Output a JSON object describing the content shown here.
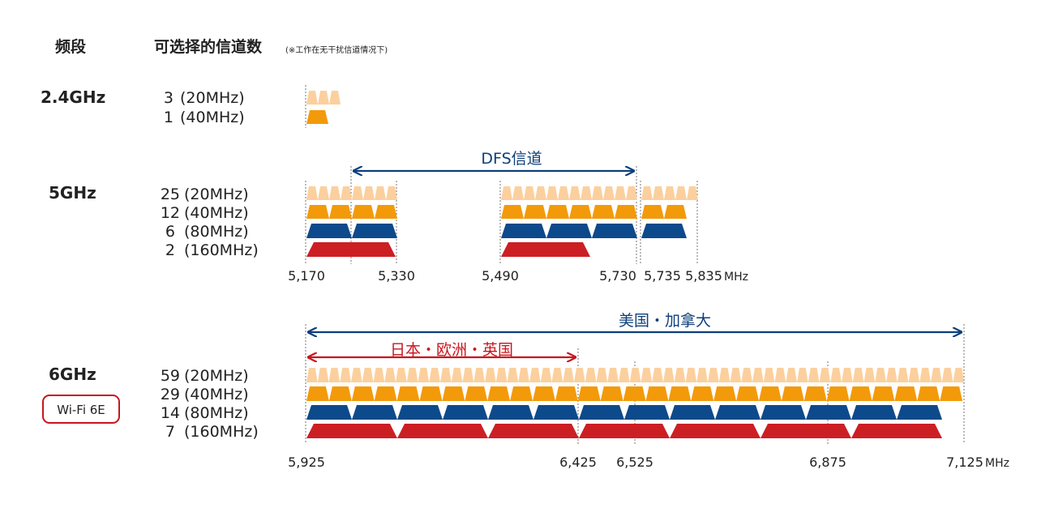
{
  "headers": {
    "band": "频段",
    "channels": "可选择的信道数",
    "note": "(※工作在无干扰信道情况下)"
  },
  "colors": {
    "w20": "#fbd09e",
    "w40": "#f39a0a",
    "w80": "#0d4a8b",
    "w160": "#cc1f24",
    "navy": "#0d3f7a",
    "red": "#c8161d"
  },
  "bands": [
    {
      "name": "2.4GHz",
      "rows": [
        {
          "count": "3",
          "width": "(20MHz)"
        },
        {
          "count": "1",
          "width": "(40MHz)"
        }
      ]
    },
    {
      "name": "5GHz",
      "rows": [
        {
          "count": "25",
          "width": "(20MHz)"
        },
        {
          "count": "12",
          "width": "(40MHz)"
        },
        {
          "count": "6",
          "width": "(80MHz)"
        },
        {
          "count": "2",
          "width": "(160MHz)"
        }
      ],
      "ticks": [
        "5,170",
        "5,330",
        "5,490",
        "5,730",
        "5,735",
        "5,835"
      ],
      "unit": "MHz",
      "dfs_label": "DFS信道"
    },
    {
      "name": "6GHz",
      "badge": "Wi-Fi 6E",
      "rows": [
        {
          "count": "59",
          "width": "(20MHz)"
        },
        {
          "count": "29",
          "width": "(40MHz)"
        },
        {
          "count": "14",
          "width": "(80MHz)"
        },
        {
          "count": "7",
          "width": "(160MHz)"
        }
      ],
      "ticks": [
        "5,925",
        "6,425",
        "6,525",
        "6,875",
        "7,125"
      ],
      "unit": "MHz",
      "us_label": "美国・加拿大",
      "jp_label": "日本・欧洲・英国"
    }
  ],
  "chart_data": {
    "type": "diagram",
    "bands": [
      {
        "name": "2.4GHz",
        "channels": {
          "20MHz": 3,
          "40MHz": 1
        }
      },
      {
        "name": "5GHz",
        "channels": {
          "20MHz": 25,
          "40MHz": 12,
          "80MHz": 6,
          "160MHz": 2
        },
        "frequency_marks_mhz": [
          5170,
          5330,
          5490,
          5730,
          5735,
          5835
        ]
      },
      {
        "name": "6GHz",
        "channels": {
          "20MHz": 59,
          "40MHz": 29,
          "80MHz": 14,
          "160MHz": 7
        },
        "frequency_marks_mhz": [
          5925,
          6425,
          6525,
          6875,
          7125
        ]
      }
    ]
  }
}
